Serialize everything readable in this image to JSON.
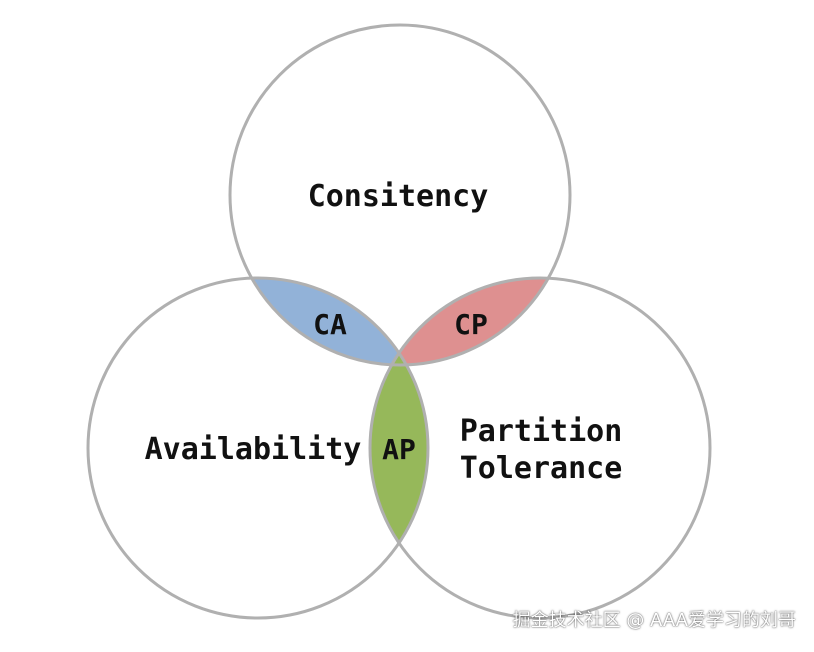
{
  "sets": {
    "consistency": "Consitency",
    "availability": "Availability",
    "partition_line1": "Partition",
    "partition_line2": "Tolerance"
  },
  "intersections": {
    "ca": "CA",
    "cp": "CP",
    "ap": "AP"
  },
  "colors": {
    "circle_stroke": "#b0b0b0",
    "ca_fill": "#92b2d8",
    "cp_fill": "#de9090",
    "ap_fill": "#96b85a"
  },
  "watermark": "掘金技术社区 @ AAA爱学习的刘哥"
}
